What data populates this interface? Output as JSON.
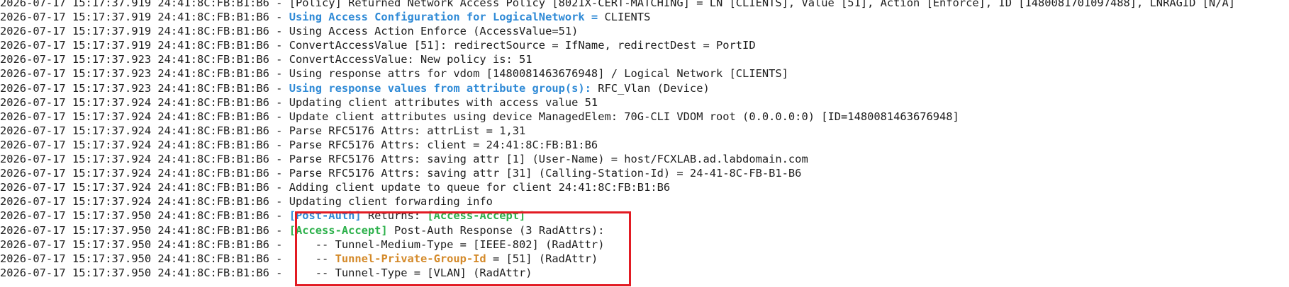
{
  "colors": {
    "text": "#1e1e1e",
    "keyword_blue": "#2f8ad6",
    "accept_green": "#2bb04a",
    "attr_orange": "#d48a2a",
    "highlight_border": "#e21b23"
  },
  "log": {
    "lines": [
      {
        "segments": [
          {
            "t": "2026-07-17 15:17:37.919 24:41:8C:FB:B1:B6 - [Policy] Returned Network Access Policy [8021X-CERT-MATCHING] = LN [CLIENTS], Value [51], Action [Enforce], ID [1480081701097488], LNRAGID [N/A]"
          }
        ]
      },
      {
        "segments": [
          {
            "t": "2026-07-17 15:17:37.919 24:41:8C:FB:B1:B6 - "
          },
          {
            "t": "Using Access Configuration for LogicalNetwork =",
            "c": "blue"
          },
          {
            "t": " CLIENTS"
          }
        ]
      },
      {
        "segments": [
          {
            "t": "2026-07-17 15:17:37.919 24:41:8C:FB:B1:B6 - Using Access Action Enforce (AccessValue=51)"
          }
        ]
      },
      {
        "segments": [
          {
            "t": "2026-07-17 15:17:37.919 24:41:8C:FB:B1:B6 - ConvertAccessValue [51]: redirectSource = IfName, redirectDest = PortID"
          }
        ]
      },
      {
        "segments": [
          {
            "t": "2026-07-17 15:17:37.923 24:41:8C:FB:B1:B6 - ConvertAccessValue: New policy is: 51"
          }
        ]
      },
      {
        "segments": [
          {
            "t": "2026-07-17 15:17:37.923 24:41:8C:FB:B1:B6 - Using response attrs for vdom [1480081463676948] / Logical Network [CLIENTS]"
          }
        ]
      },
      {
        "segments": [
          {
            "t": "2026-07-17 15:17:37.923 24:41:8C:FB:B1:B6 - "
          },
          {
            "t": "Using response values from attribute group(s):",
            "c": "blue"
          },
          {
            "t": " RFC_Vlan (Device)"
          }
        ]
      },
      {
        "segments": [
          {
            "t": "2026-07-17 15:17:37.924 24:41:8C:FB:B1:B6 - Updating client attributes with access value 51"
          }
        ]
      },
      {
        "segments": [
          {
            "t": "2026-07-17 15:17:37.924 24:41:8C:FB:B1:B6 - Update client attributes using device ManagedElem: 70G-CLI VDOM root (0.0.0.0:0) [ID=1480081463676948]"
          }
        ]
      },
      {
        "segments": [
          {
            "t": "2026-07-17 15:17:37.924 24:41:8C:FB:B1:B6 - Parse RFC5176 Attrs: attrList = 1,31"
          }
        ]
      },
      {
        "segments": [
          {
            "t": "2026-07-17 15:17:37.924 24:41:8C:FB:B1:B6 - Parse RFC5176 Attrs: client = 24:41:8C:FB:B1:B6"
          }
        ]
      },
      {
        "segments": [
          {
            "t": "2026-07-17 15:17:37.924 24:41:8C:FB:B1:B6 - Parse RFC5176 Attrs: saving attr [1] (User-Name) = host/FCXLAB.ad.labdomain.com"
          }
        ]
      },
      {
        "segments": [
          {
            "t": "2026-07-17 15:17:37.924 24:41:8C:FB:B1:B6 - Parse RFC5176 Attrs: saving attr [31] (Calling-Station-Id) = 24-41-8C-FB-B1-B6"
          }
        ]
      },
      {
        "segments": [
          {
            "t": "2026-07-17 15:17:37.924 24:41:8C:FB:B1:B6 - Adding client update to queue for client 24:41:8C:FB:B1:B6"
          }
        ]
      },
      {
        "segments": [
          {
            "t": "2026-07-17 15:17:37.924 24:41:8C:FB:B1:B6 - Updating client forwarding info"
          }
        ]
      },
      {
        "segments": [
          {
            "t": "2026-07-17 15:17:37.950 24:41:8C:FB:B1:B6 - "
          },
          {
            "t": "[Post-Auth]",
            "c": "blue"
          },
          {
            "t": " Returns: "
          },
          {
            "t": "[Access-Accept]",
            "c": "green"
          }
        ]
      },
      {
        "segments": [
          {
            "t": "2026-07-17 15:17:37.950 24:41:8C:FB:B1:B6 - "
          },
          {
            "t": "[Access-Accept]",
            "c": "green"
          },
          {
            "t": " Post-Auth Response (3 RadAttrs):"
          }
        ]
      },
      {
        "segments": [
          {
            "t": "2026-07-17 15:17:37.950 24:41:8C:FB:B1:B6 -     -- Tunnel-Medium-Type = [IEEE-802] (RadAttr)"
          }
        ]
      },
      {
        "segments": [
          {
            "t": "2026-07-17 15:17:37.950 24:41:8C:FB:B1:B6 -     -- "
          },
          {
            "t": "Tunnel-Private-Group-Id",
            "c": "orange"
          },
          {
            "t": " = [51] (RadAttr)"
          }
        ]
      },
      {
        "segments": [
          {
            "t": "2026-07-17 15:17:37.950 24:41:8C:FB:B1:B6 -     -- Tunnel-Type = [VLAN] (RadAttr)"
          }
        ]
      }
    ]
  }
}
